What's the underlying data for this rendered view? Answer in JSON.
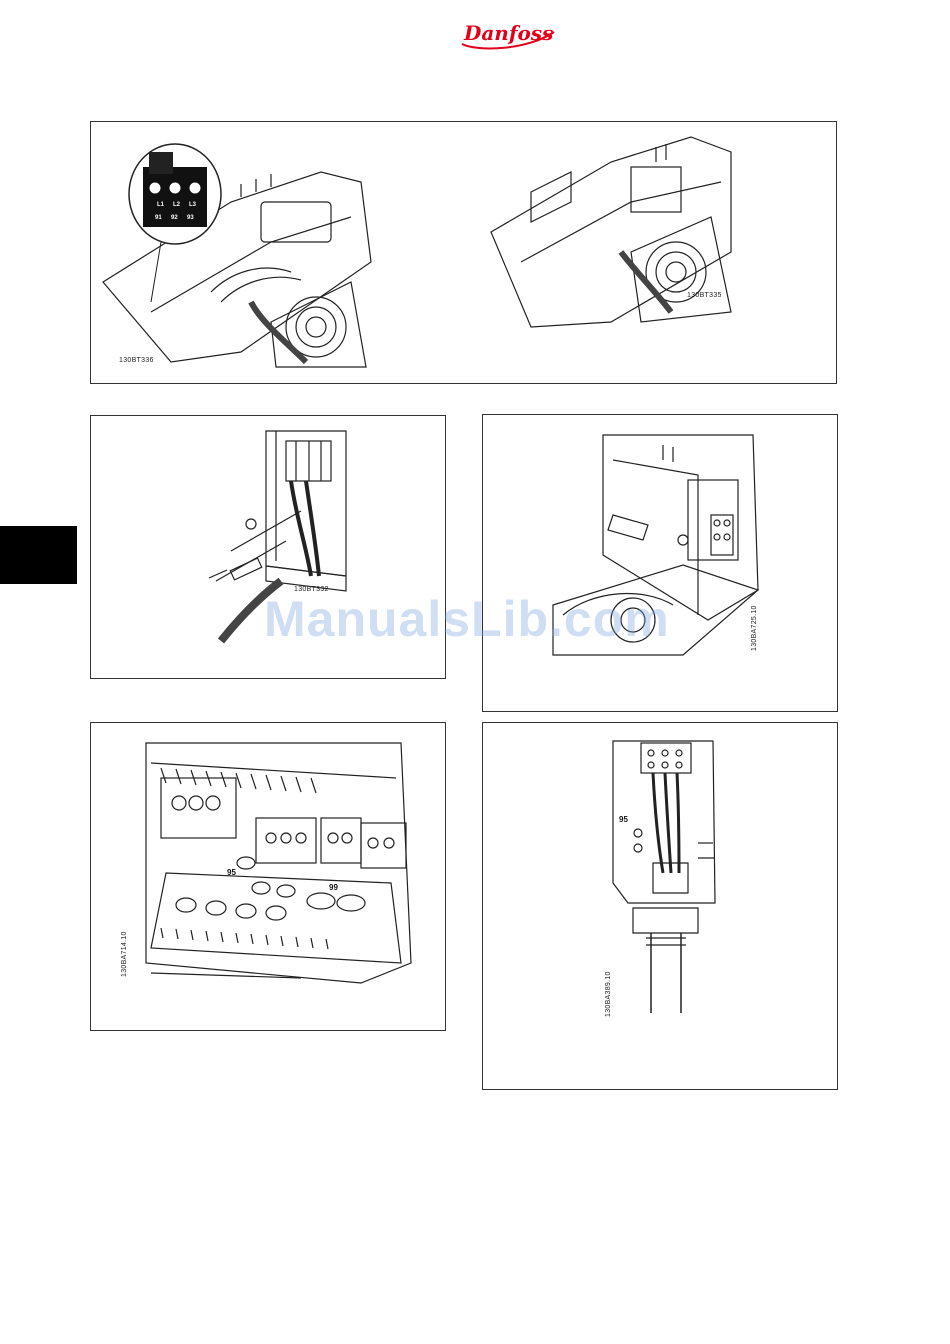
{
  "header": {
    "logo_text": "Danfoss",
    "brand_color": "#e2001a"
  },
  "figures": [
    {
      "id": "fig-1a",
      "code": "130BT336",
      "terminal_labels": [
        "L1",
        "L2",
        "L3",
        "91",
        "92",
        "93"
      ]
    },
    {
      "id": "fig-1b",
      "code": "130BT335"
    },
    {
      "id": "fig-2",
      "code": "130BT332"
    },
    {
      "id": "fig-3",
      "code": "130BA725.10"
    },
    {
      "id": "fig-4",
      "code": "130BA714.10",
      "labels": [
        "95",
        "99"
      ]
    },
    {
      "id": "fig-5",
      "code": "130BA389.10",
      "labels": [
        "95"
      ]
    }
  ],
  "watermark": "ManualsLib.com"
}
